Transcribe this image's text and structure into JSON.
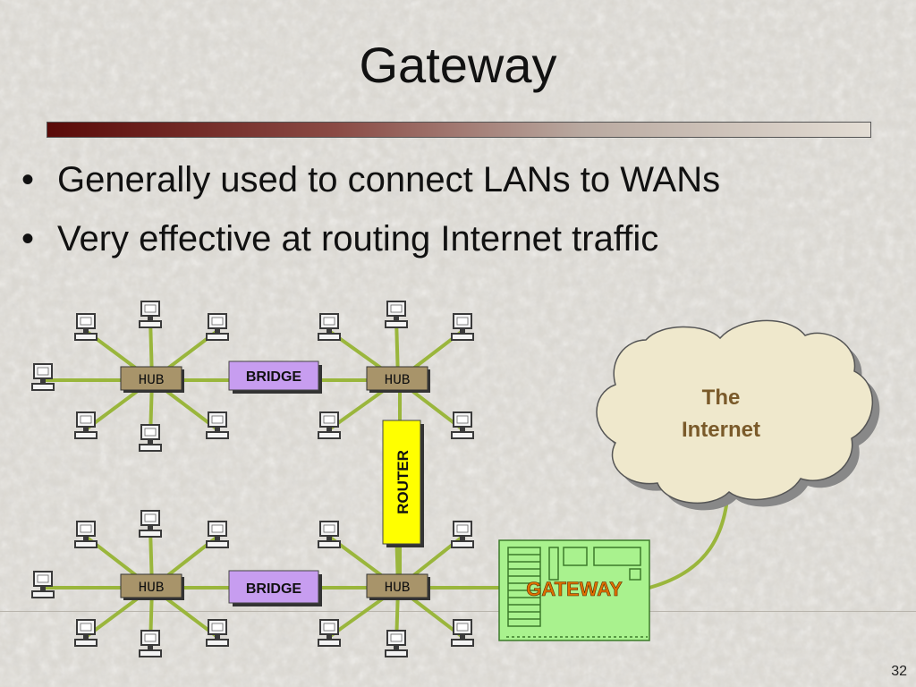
{
  "slide": {
    "title": "Gateway",
    "page_number": "32",
    "colors": {
      "title_bar_start": "#5a0a08",
      "title_bar_end": "#e3ddd4",
      "cable": "#9ab63c",
      "hub": "#a8946a",
      "bridge": "#c79df0",
      "router": "#ffff00",
      "gateway_board": "#a9f28e",
      "gateway_text": "#e07000",
      "cloud": "#efe8cc",
      "cloud_text": "#7a5a2a"
    }
  },
  "bullets": [
    "Generally used to connect LANs to WANs",
    "Very effective at routing Internet traffic"
  ],
  "diagram": {
    "hub_label": "HUB",
    "bridge_label": "BRIDGE",
    "router_label": "ROUTER",
    "gateway_label": "GATEWAY",
    "cloud_line1": "The",
    "cloud_line2": "Internet",
    "icons": {
      "computer": "computer-icon"
    }
  }
}
